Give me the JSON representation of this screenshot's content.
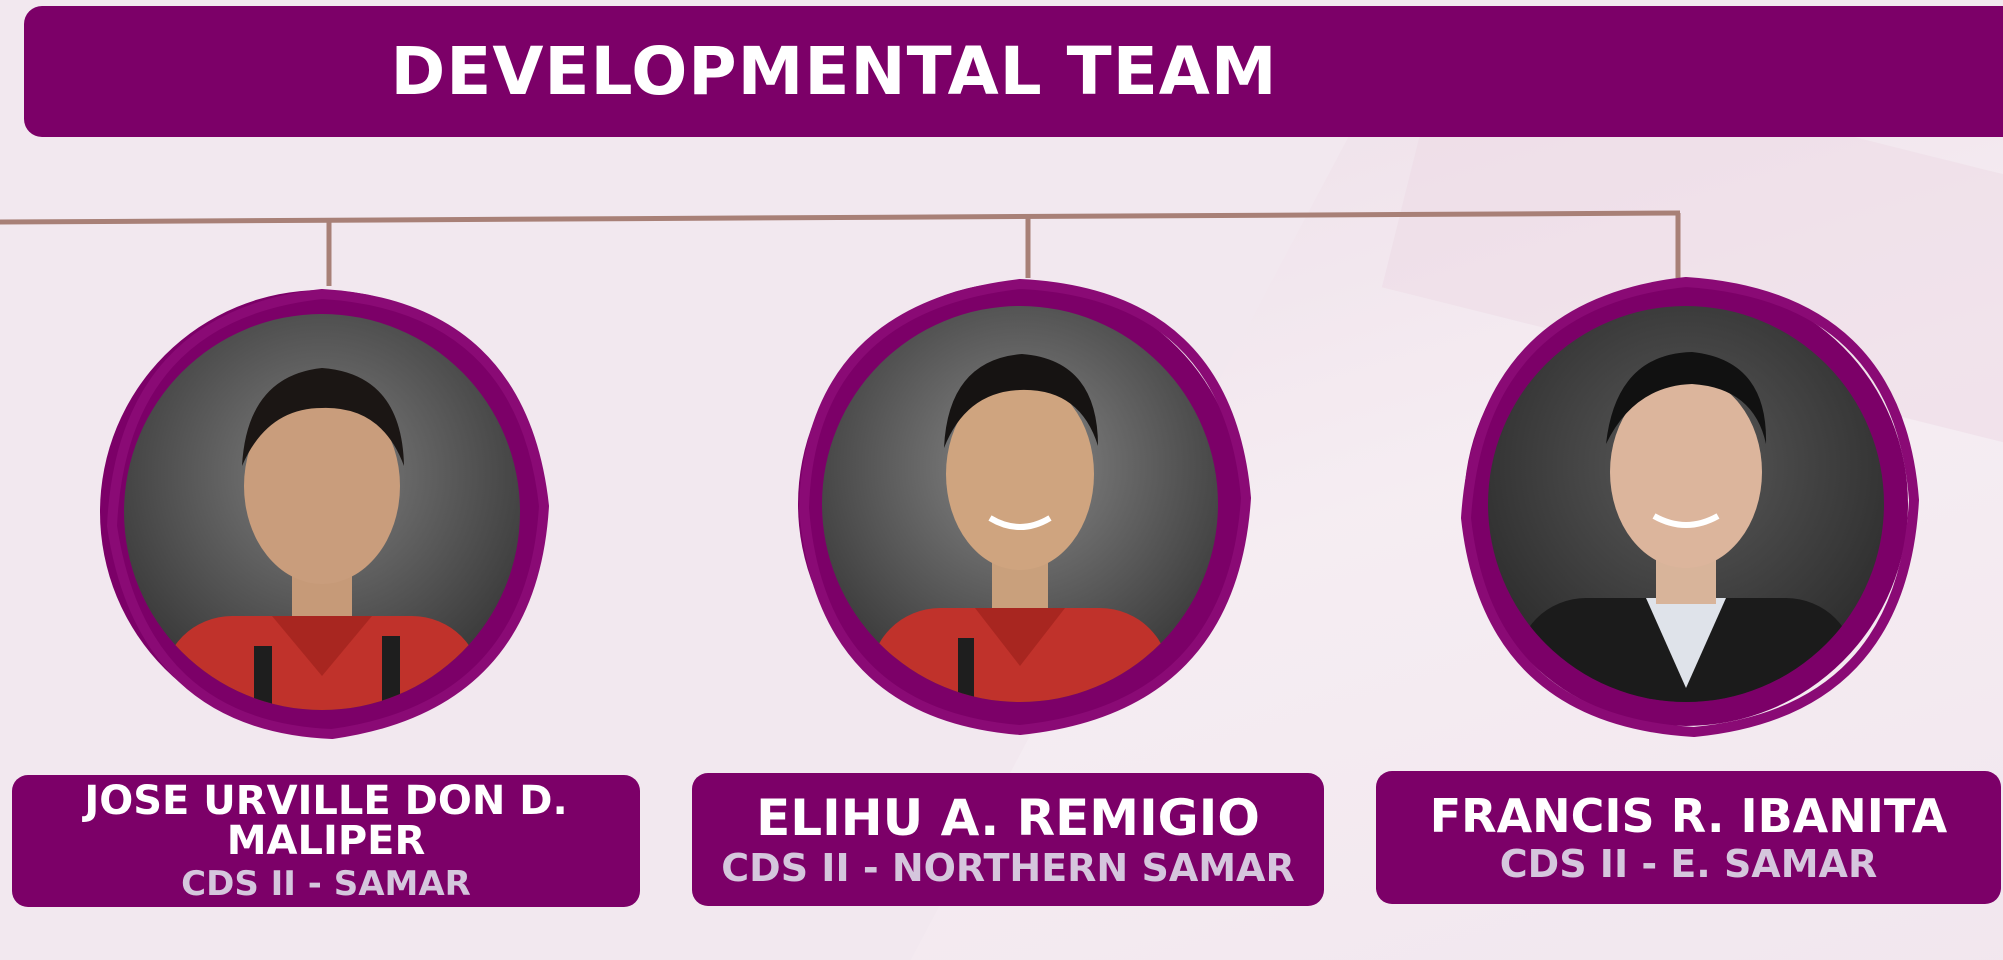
{
  "header": {
    "title": "DEVELOPMENTAL TEAM"
  },
  "team": [
    {
      "name_line1": "JOSE URVILLE DON D.",
      "name_line2": "MALIPER",
      "role": "CDS II - SAMAR"
    },
    {
      "name_line1": "ELIHU A. REMIGIO",
      "role": "CDS II - NORTHERN SAMAR"
    },
    {
      "name_line1": "FRANCIS R. IBANITA",
      "role": "CDS II - E. SAMAR"
    }
  ],
  "colors": {
    "brand_purple": "#7c0068",
    "connector": "#a88077",
    "role_text": "#d5c6dd"
  }
}
